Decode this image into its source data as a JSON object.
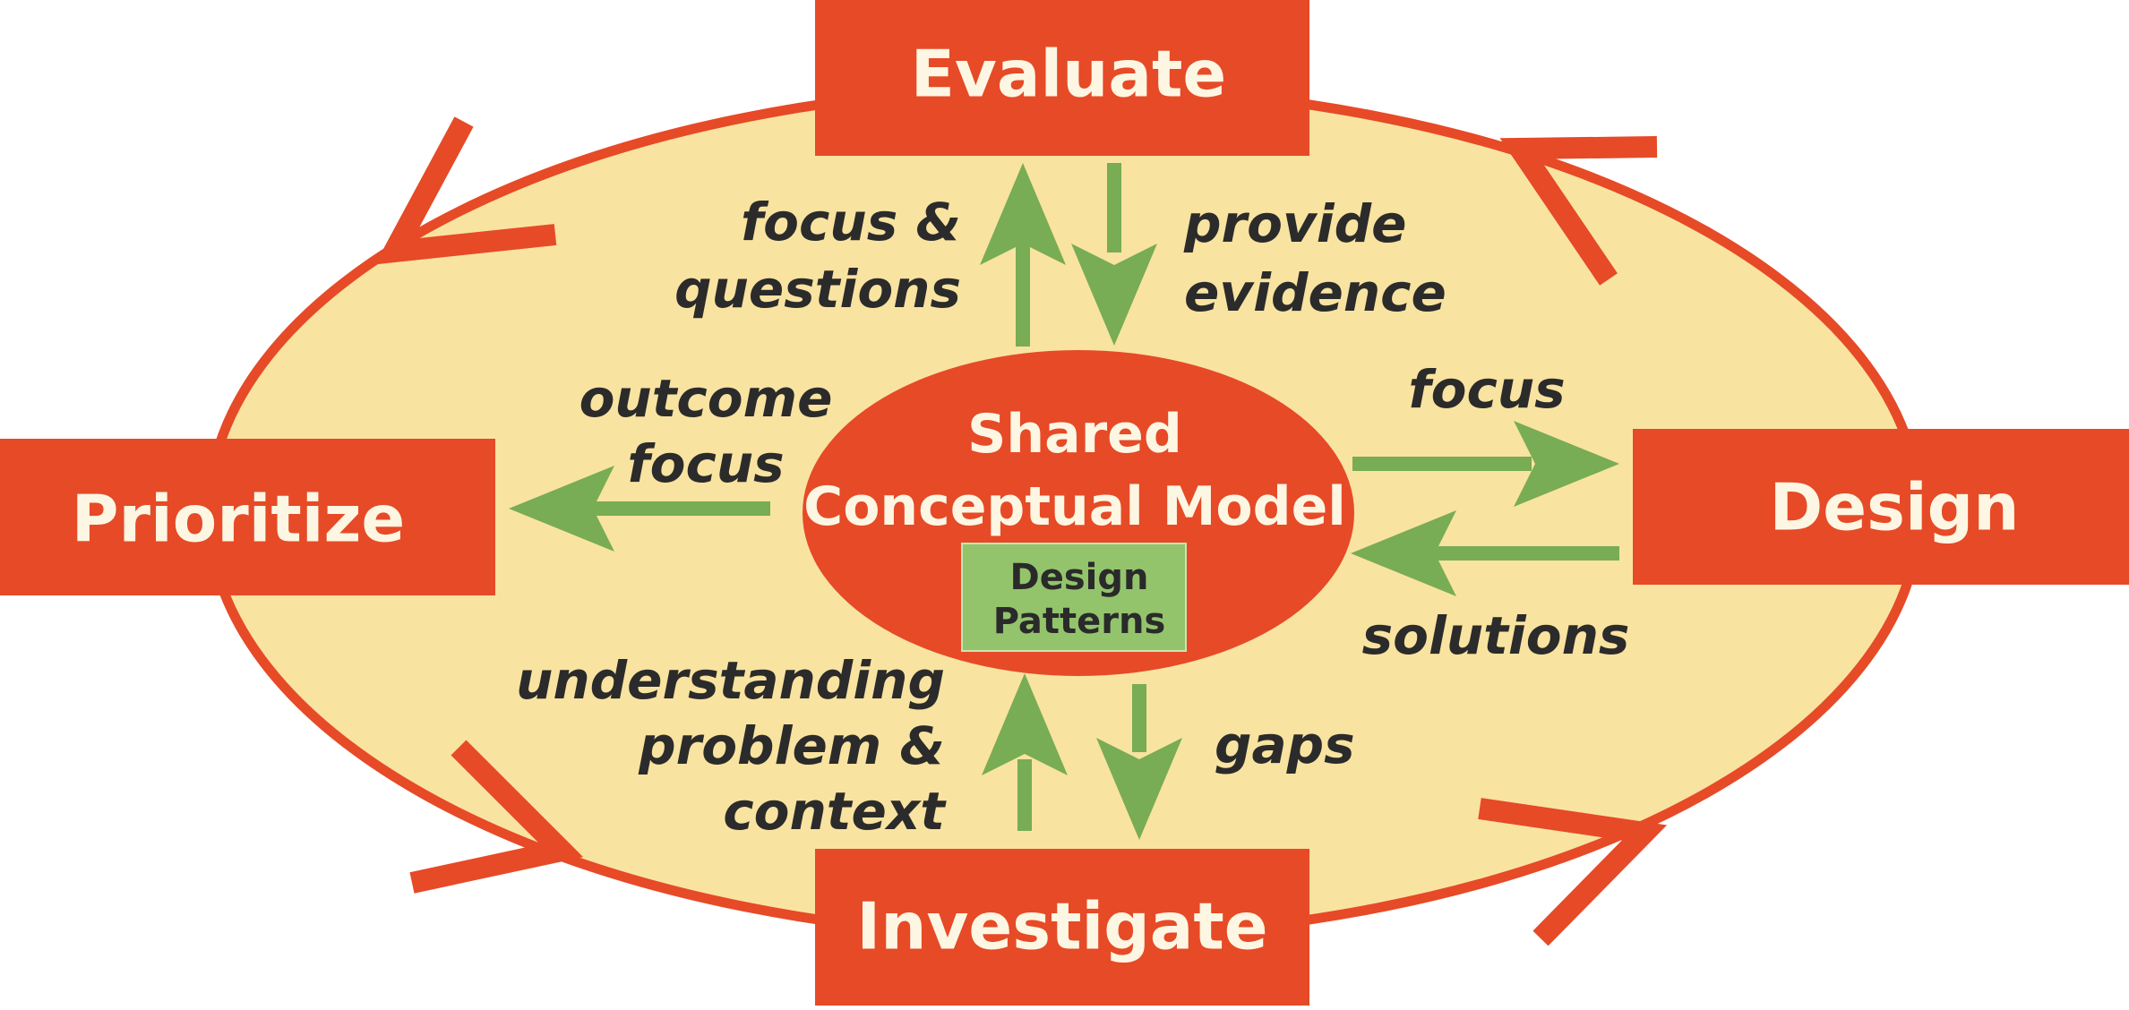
{
  "colors": {
    "accent_red": "#e64a27",
    "ellipse_fill": "#f9e3a0",
    "arrow_green": "#78ac55",
    "pattern_green": "#93c46c",
    "label_text": "#2b2b2b",
    "box_text": "#fdf6e3"
  },
  "phases": {
    "evaluate": "Evaluate",
    "design": "Design",
    "investigate": "Investigate",
    "prioritize": "Prioritize"
  },
  "center": {
    "line1": "Shared",
    "line2": "Conceptual Model",
    "patterns_line1": "Design",
    "patterns_line2": "Patterns"
  },
  "flows": {
    "evaluate_up": [
      "focus &",
      "questions"
    ],
    "evaluate_down": [
      "provide",
      "evidence"
    ],
    "prioritize": [
      "outcome",
      "focus"
    ],
    "design_out": [
      "focus"
    ],
    "design_in": [
      "solutions"
    ],
    "investigate_up": [
      "understanding",
      "problem &",
      "context"
    ],
    "investigate_down": [
      "gaps"
    ]
  }
}
